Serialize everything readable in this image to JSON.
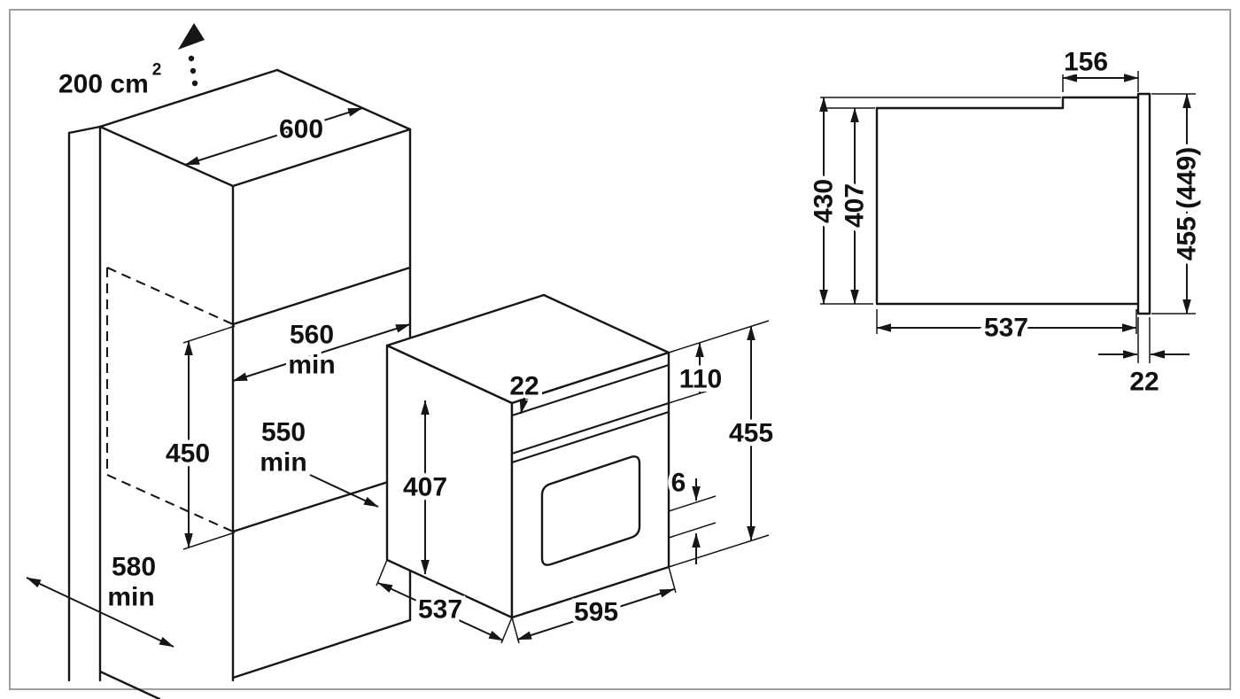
{
  "page": {
    "background": "#ffffff",
    "border_color": "#9aa0a6",
    "line_color": "#161616"
  },
  "iso_view": {
    "vent_area": {
      "value": "200 cm",
      "superscript": "2"
    },
    "dims": {
      "cabinet_width": "600",
      "niche_width": "560",
      "niche_width_suffix": "min",
      "niche_depth": "550",
      "niche_depth_suffix": "min",
      "niche_height": "450",
      "cabinet_depth": "580",
      "cabinet_depth_suffix": "min",
      "top_trim": "22",
      "oven_body_height": "407",
      "oven_body_depth": "537",
      "oven_width": "595",
      "control_panel_height": "110",
      "oven_total_height": "455",
      "bottom_overlap": "6"
    }
  },
  "side_view": {
    "dims": {
      "top_setback": "156",
      "niche_height": "430",
      "body_height": "407",
      "front_frame_height": "455 (449)",
      "body_depth": "537",
      "frame_thickness": "22"
    }
  }
}
